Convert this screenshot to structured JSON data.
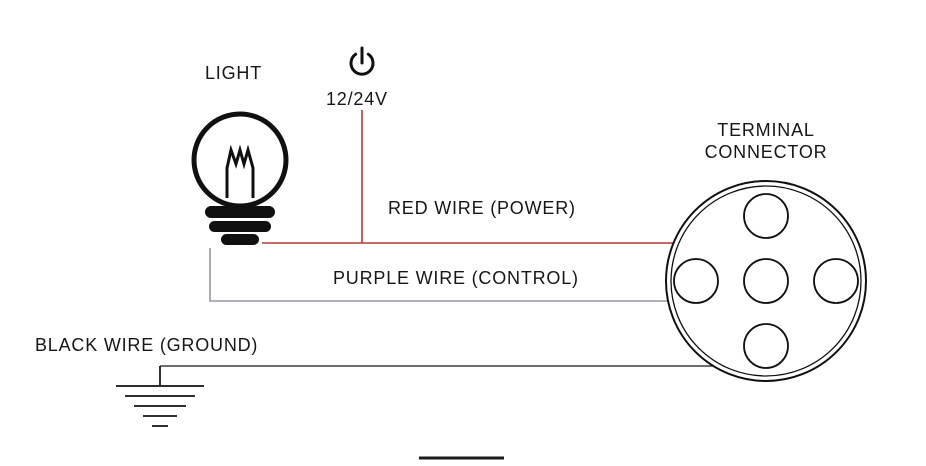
{
  "labels": {
    "light": "LIGHT",
    "voltage": "12/24V",
    "terminal_connector": "TERMINAL\nCONNECTOR",
    "red_wire": "RED WIRE (POWER)",
    "purple_wire": "PURPLE WIRE (CONTROL)",
    "black_wire": "BLACK WIRE (GROUND)"
  },
  "colors": {
    "red_wire": "#b43c35",
    "purple_wire": "#9a93a6",
    "black_wire": "#3f3f3f",
    "outline": "#101010"
  },
  "icons": {
    "power": "power-icon",
    "light_bulb": "light-bulb-icon",
    "ground": "ground-icon"
  }
}
